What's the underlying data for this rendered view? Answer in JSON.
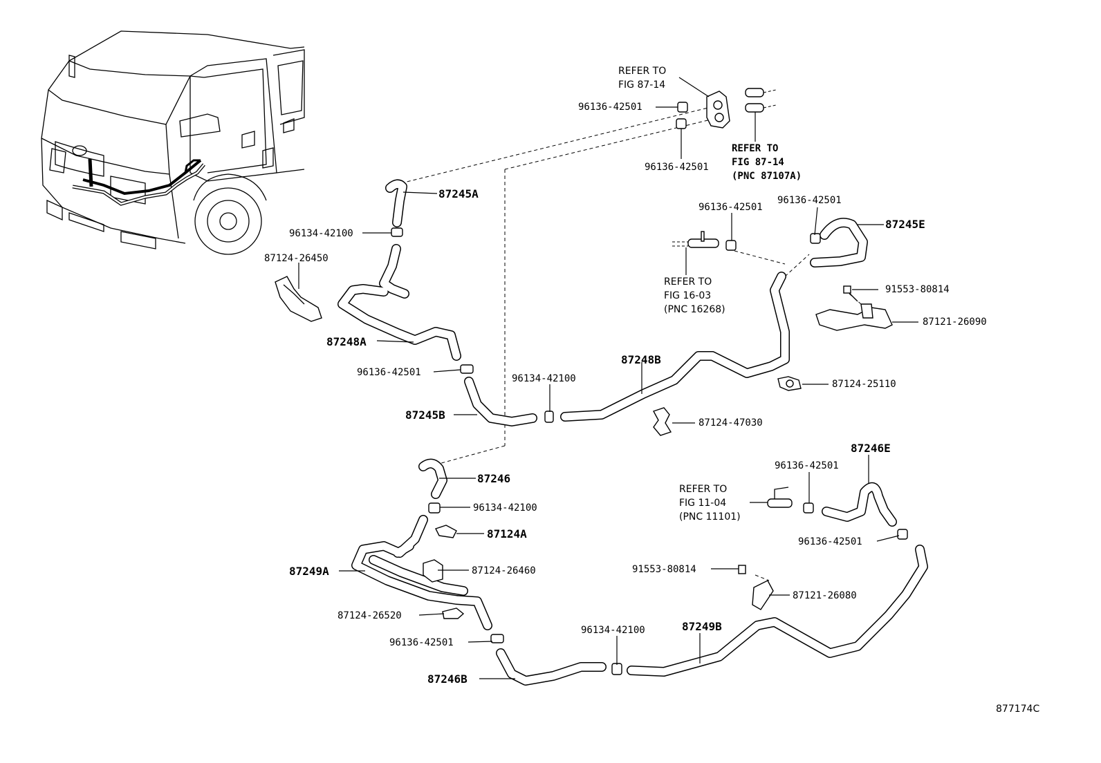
{
  "figure_id": "877174C",
  "parts": {
    "p87245A": "87245A",
    "p96134_42100_a": "96134-42100",
    "p87124_26450": "87124-26450",
    "p87248A": "87248A",
    "p96136_42501_a": "96136-42501",
    "p87245B": "87245B",
    "p96134_42100_b": "96134-42100",
    "p87248B": "87248B",
    "p87124_47030": "87124-47030",
    "p87124_25110": "87124-25110",
    "p87121_26090": "87121-26090",
    "p91553_80814_a": "91553-80814",
    "p87245E": "87245E",
    "p96136_42501_b": "96136-42501",
    "p96136_42501_c": "96136-42501",
    "p96136_42501_top": "96136-42501",
    "p96136_42501_top2": "96136-42501",
    "p87246": "87246",
    "p96134_42100_c": "96134-42100",
    "p87124A": "87124A",
    "p87249A": "87249A",
    "p87124_26460": "87124-26460",
    "p87124_26520": "87124-26520",
    "p96136_42501_d": "96136-42501",
    "p87246B": "87246B",
    "p96134_42100_d": "96134-42100",
    "p87249B": "87249B",
    "p87246E": "87246E",
    "p96136_42501_e": "96136-42501",
    "p96136_42501_f": "96136-42501",
    "p91553_80814_b": "91553-80814",
    "p87121_26080": "87121-26080"
  },
  "refs": {
    "r1_l1": "REFER TO",
    "r1_l2": "FIG 87-14",
    "r2_l1": "REFER TO",
    "r2_l2": "FIG 87-14",
    "r2_l3": "(PNC 87107A)",
    "r3_l1": "REFER TO",
    "r3_l2": "FIG 16-03",
    "r3_l3": "(PNC 16268)",
    "r4_l1": "REFER TO",
    "r4_l2": "FIG 11-04",
    "r4_l3": "(PNC 11101)"
  }
}
